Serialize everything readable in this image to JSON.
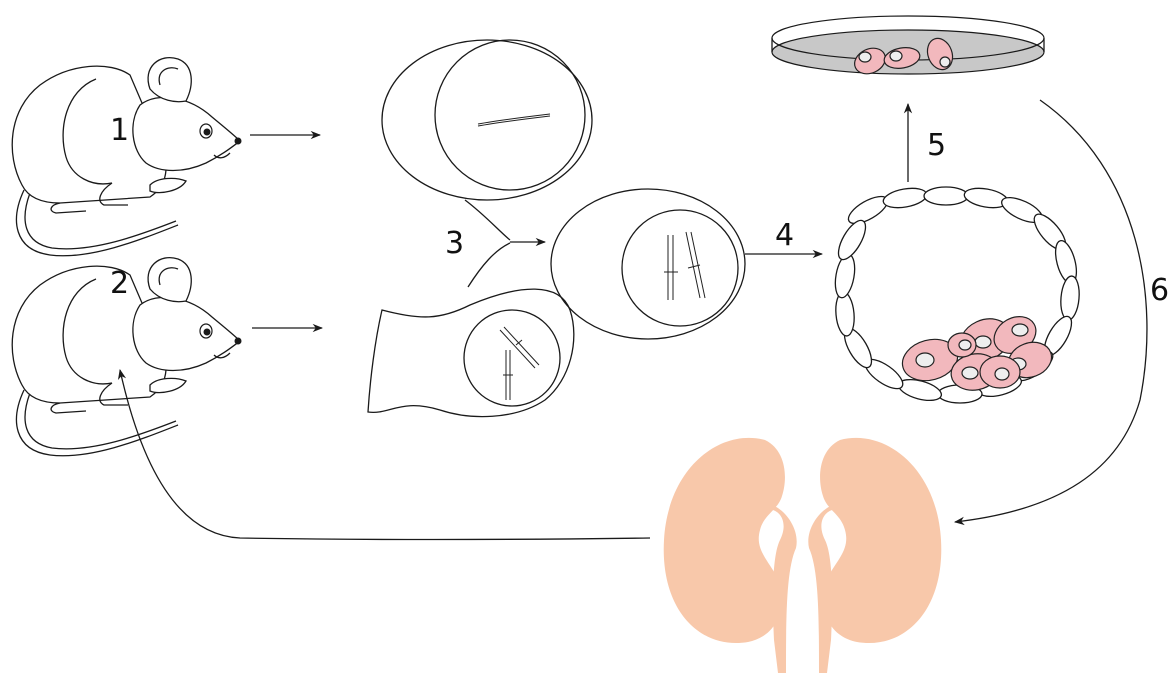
{
  "steps": {
    "s1": "1",
    "s2": "2",
    "s3": "3",
    "s4": "4",
    "s5": "5",
    "s6": "6"
  },
  "colors": {
    "cell_pink": "#f2b8bd",
    "kidney_peach": "#f8c8aa",
    "dish_gray": "#c8c8c8",
    "line": "#1a1a1a"
  },
  "icons": {
    "mouse_donor": "mouse-icon",
    "mouse_recipient": "mouse-icon",
    "oocyte": "oocyte-icon",
    "somatic_cell": "somatic-cell-icon",
    "reconstructed_embryo": "embryo-icon",
    "blastocyst": "blastocyst-icon",
    "culture_dish": "petri-dish-icon",
    "kidneys": "kidney-icon"
  }
}
